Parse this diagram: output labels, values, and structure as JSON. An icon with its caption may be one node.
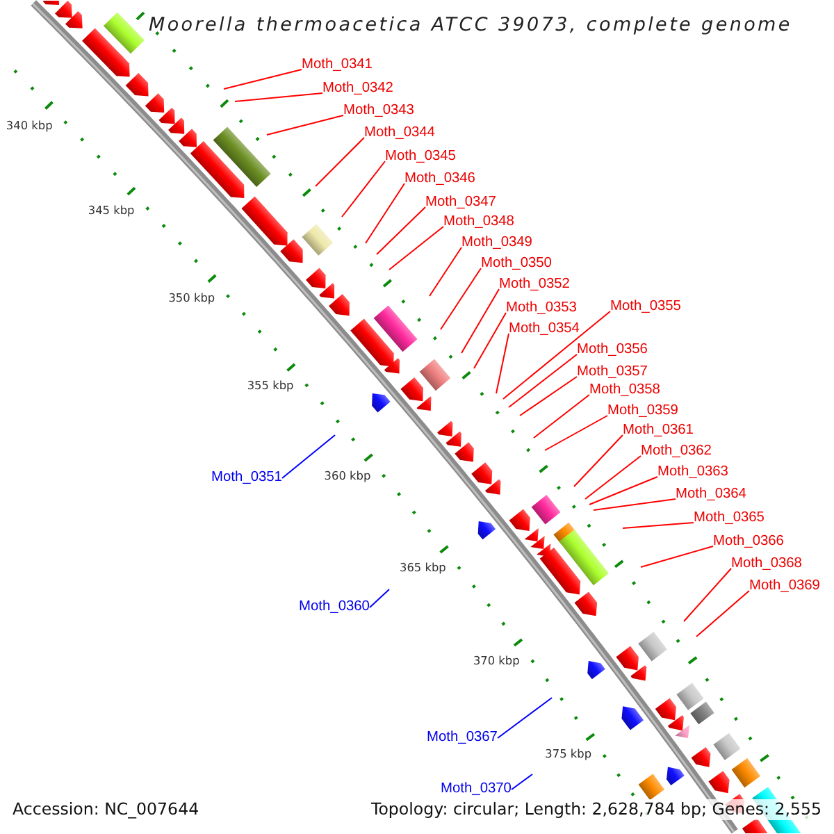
{
  "diagram": {
    "title": "Moorella thermoacetica ATCC 39073, complete genome",
    "nodes": [
      {
        "text": [
          "Moth_0341"
        ]
      },
      {
        "text": [
          "Moth_0342"
        ]
      },
      {
        "text": [
          "Moth_0343"
        ]
      },
      {
        "text": [
          "Moth_0344"
        ]
      },
      {
        "text": [
          "Moth_0345"
        ]
      },
      {
        "text": [
          "Moth_0346"
        ]
      },
      {
        "text": [
          "Moth_0347"
        ]
      },
      {
        "text": [
          "Moth_0348"
        ]
      },
      {
        "text": [
          "Moth_0349"
        ]
      },
      {
        "text": [
          "Moth_0350"
        ]
      },
      {
        "text": [
          "Moth_0352"
        ]
      },
      {
        "text": [
          "Moth_0353"
        ]
      },
      {
        "text": [
          "Moth_0355"
        ]
      },
      {
        "text": [
          "Moth_0354"
        ]
      },
      {
        "text": [
          "Moth_0356"
        ]
      },
      {
        "text": [
          "Moth_0357"
        ]
      },
      {
        "text": [
          "Moth_0358"
        ]
      },
      {
        "text": [
          "Moth_0359"
        ]
      },
      {
        "text": [
          "Moth_0361"
        ]
      },
      {
        "text": [
          "Moth_0362"
        ]
      },
      {
        "text": [
          "Moth_0363"
        ]
      },
      {
        "text": [
          "Moth_0351"
        ]
      },
      {
        "text": [
          "Moth_0364"
        ]
      },
      {
        "text": [
          "Moth_0365"
        ]
      },
      {
        "text": [
          "Moth_0366"
        ]
      },
      {
        "text": [
          "Moth_0368"
        ]
      },
      {
        "text": [
          "Moth_0369"
        ]
      },
      {
        "text": [
          "Moth_0360"
        ]
      },
      {
        "text": [
          "Moth_0367"
        ]
      },
      {
        "text": [
          "Moth_0370"
        ]
      }
    ],
    "edges": [
      {
        "from": 0,
        "to": null,
        "arrow": "none"
      },
      {
        "from": 1,
        "to": null,
        "arrow": "none"
      },
      {
        "from": 2,
        "to": null,
        "arrow": "none"
      },
      {
        "from": 3,
        "to": null,
        "arrow": "none"
      },
      {
        "from": 4,
        "to": null,
        "arrow": "none"
      },
      {
        "from": 5,
        "to": null,
        "arrow": "none"
      },
      {
        "from": 6,
        "to": null,
        "arrow": "none"
      },
      {
        "from": 7,
        "to": null,
        "arrow": "none"
      },
      {
        "from": 8,
        "to": null,
        "arrow": "none"
      },
      {
        "from": 9,
        "to": null,
        "arrow": "none"
      },
      {
        "from": 10,
        "to": null,
        "arrow": "none"
      },
      {
        "from": 11,
        "to": null,
        "arrow": "none"
      },
      {
        "from": 12,
        "to": null,
        "arrow": "none"
      },
      {
        "from": 13,
        "to": null,
        "arrow": "none"
      },
      {
        "from": 14,
        "to": null,
        "arrow": "none"
      },
      {
        "from": 15,
        "to": null,
        "arrow": "none"
      },
      {
        "from": 16,
        "to": null,
        "arrow": "none"
      },
      {
        "from": 17,
        "to": null,
        "arrow": "none"
      },
      {
        "from": 18,
        "to": null,
        "arrow": "none"
      },
      {
        "from": 19,
        "to": null,
        "arrow": "none"
      },
      {
        "from": 20,
        "to": null,
        "arrow": "none"
      },
      {
        "from": 21,
        "to": null,
        "arrow": "none",
        "color": "#0000ff"
      },
      {
        "from": 22,
        "to": null,
        "arrow": "none"
      },
      {
        "from": 23,
        "to": null,
        "arrow": "none"
      },
      {
        "from": 24,
        "to": null,
        "arrow": "none"
      },
      {
        "from": 25,
        "to": null,
        "arrow": "none"
      },
      {
        "from": 26,
        "to": null,
        "arrow": "none"
      },
      {
        "from": 27,
        "to": null,
        "arrow": "none",
        "color": "#0000ff"
      },
      {
        "from": 28,
        "to": null,
        "arrow": "none",
        "color": "#0000ff"
      },
      {
        "from": 29,
        "to": null,
        "arrow": "none",
        "color": "#0000ff"
      }
    ],
    "labels": [
      "340 kbp",
      "345 kbp",
      "350 kbp",
      "355 kbp",
      "360 kbp",
      "365 kbp",
      "370 kbp",
      "375 kbp",
      "Accession: NC_007644",
      "Topology: circular; Length: 2,628,784 bp; Genes: 2,555"
    ]
  }
}
